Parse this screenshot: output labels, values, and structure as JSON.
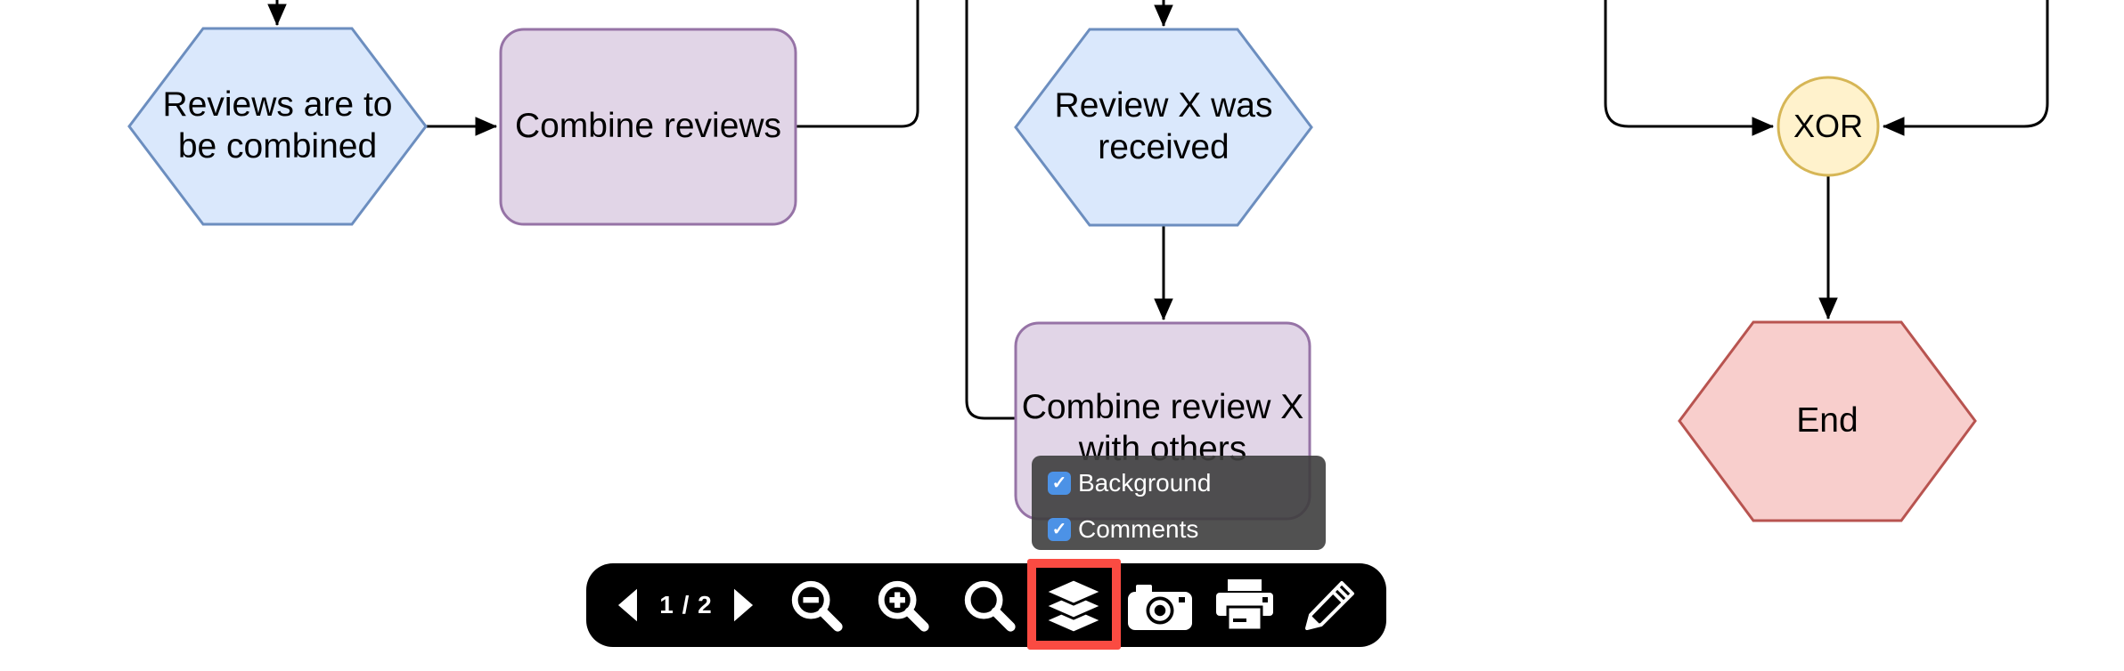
{
  "viewer": {
    "background_color": "#ffffff",
    "toolbar": {
      "background_color": "#000000",
      "icon_color": "#ffffff",
      "page_indicator": "1 / 2",
      "current_page": 1,
      "total_pages": 2,
      "buttons": [
        {
          "name": "previous-page",
          "icon": "triangle-left-icon"
        },
        {
          "name": "next-page",
          "icon": "triangle-right-icon"
        },
        {
          "name": "zoom-out",
          "icon": "magnifier-minus-icon"
        },
        {
          "name": "zoom-in",
          "icon": "magnifier-plus-icon"
        },
        {
          "name": "reset-zoom",
          "icon": "magnifier-icon"
        },
        {
          "name": "layers",
          "icon": "layers-icon",
          "highlighted": true
        },
        {
          "name": "snapshot",
          "icon": "camera-icon"
        },
        {
          "name": "print",
          "icon": "printer-icon"
        },
        {
          "name": "edit",
          "icon": "pencil-icon"
        }
      ],
      "highlight_box_color": "#fa4b42"
    },
    "layers_panel": {
      "background_color": "#3e3e3e",
      "text_color": "#ffffff",
      "checkbox_color": "#4c92e6",
      "checkmark": "✓",
      "items": [
        {
          "label": "Background",
          "checked": true
        },
        {
          "label": "Comments",
          "checked": true
        }
      ]
    }
  },
  "diagram": {
    "nodes": [
      {
        "id": "reviews-to-be-combined",
        "shape": "hexagon",
        "label": "Reviews are to\nbe combined",
        "fill": "#dae8fc",
        "stroke": "#6c8ebf"
      },
      {
        "id": "combine-reviews",
        "shape": "rounded-rectangle",
        "label": "Combine reviews",
        "fill": "#e1d5e7",
        "stroke": "#9673a6"
      },
      {
        "id": "review-x-was-received",
        "shape": "hexagon",
        "label": "Review X was\nreceived",
        "fill": "#dae8fc",
        "stroke": "#6c8ebf"
      },
      {
        "id": "combine-review-x-with-others",
        "shape": "rounded-rectangle",
        "label": "Combine review X\nwith others",
        "fill": "#e1d5e7",
        "stroke": "#9673a6"
      },
      {
        "id": "xor",
        "shape": "circle",
        "label": "XOR",
        "fill": "#fff2cc",
        "stroke": "#d6b656"
      },
      {
        "id": "end",
        "shape": "hexagon",
        "label": "End",
        "fill": "#f8cecc",
        "stroke": "#b85450"
      }
    ],
    "edges": [
      {
        "from": "offscreen-top",
        "to": "reviews-to-be-combined",
        "arrow": true
      },
      {
        "from": "reviews-to-be-combined",
        "to": "combine-reviews",
        "arrow": true
      },
      {
        "from": "combine-reviews",
        "to": "offscreen-top",
        "arrow": false
      },
      {
        "from": "offscreen-top",
        "to": "combine-review-x-with-others",
        "arrow": false
      },
      {
        "from": "offscreen-top",
        "to": "review-x-was-received",
        "arrow": true
      },
      {
        "from": "review-x-was-received",
        "to": "combine-review-x-with-others",
        "arrow": true
      },
      {
        "from": "offscreen-top-left",
        "to": "xor",
        "arrow": true
      },
      {
        "from": "offscreen-top-right",
        "to": "xor",
        "arrow": true
      },
      {
        "from": "xor",
        "to": "end",
        "arrow": true
      }
    ],
    "edge_color": "#000000"
  }
}
